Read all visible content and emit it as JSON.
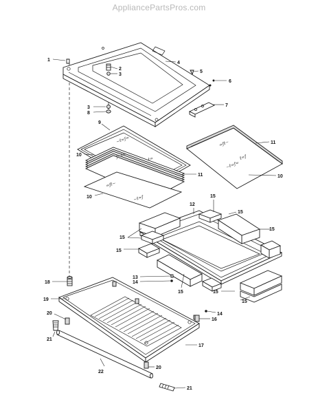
{
  "header": {
    "site_name": "AppliancePartsPros.com"
  },
  "callouts": {
    "c1": "1",
    "c2": "2",
    "c3a": "3",
    "c3b": "3",
    "c4": "4",
    "c5": "5",
    "c6": "6",
    "c7": "7",
    "c8": "8",
    "c9": "9",
    "c10a": "10",
    "c10b": "10",
    "c10c": "10",
    "c11a": "11",
    "c11b": "11",
    "c12": "12",
    "c13": "13",
    "c14a": "14",
    "c14b": "14",
    "c15a": "15",
    "c15b": "15",
    "c15c": "15",
    "c15d": "15",
    "c15e": "15",
    "c15f": "15",
    "c15g": "15",
    "c15h": "15",
    "c16": "16",
    "c17": "17",
    "c18": "18",
    "c19": "19",
    "c20a": "20",
    "c20b": "20",
    "c21a": "21",
    "c21b": "21",
    "c22": "22"
  },
  "colors": {
    "line": "#1a1a1a",
    "header_text": "#b8b8b8",
    "background": "#ffffff"
  }
}
